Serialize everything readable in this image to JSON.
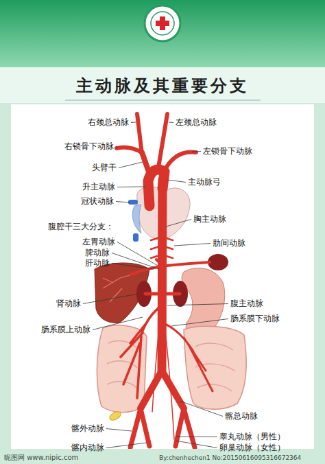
{
  "diagram": {
    "title": "主动脉及其重要分支",
    "labels": [
      "右颈总动脉",
      "左颈总动脉",
      "右锁骨下动脉",
      "左锁骨下动脉",
      "头臂干",
      "升主动脉",
      "主动脉弓",
      "冠状动脉",
      "胸主动脉",
      "腹腔干三大分支：",
      "左胃动脉",
      "脾动脉",
      "肝动脉",
      "肋间动脉",
      "肾动脉",
      "腹主动脉",
      "肠系膜下动脉",
      "肠系膜上动脉",
      "髂总动脉",
      "髂外动脉",
      "睾丸动脉（男性）",
      "卵巢动脉（女性）",
      "髂内动脉",
      "昵图网 www.nipic.com",
      "By:chenhechen1 No:20150616095316672364"
    ]
  }
}
